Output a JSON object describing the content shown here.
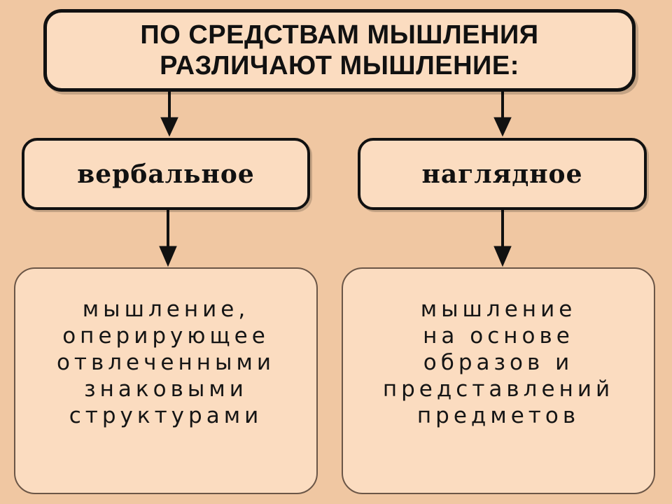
{
  "header": {
    "line1": "ПО СРЕДСТВАМ МЫШЛЕНИЯ",
    "line2": "РАЗЛИЧАЮТ МЫШЛЕНИЕ:"
  },
  "branches": [
    {
      "label": "вербальное",
      "description": [
        "мышление,",
        "оперирующее",
        "отвлеченными",
        "знаковыми",
        "структурами"
      ]
    },
    {
      "label": "наглядное",
      "description": [
        "мышление",
        "на основе",
        "образов и",
        "представлений",
        "предметов"
      ]
    }
  ],
  "colors": {
    "background": "#f0c7a2",
    "box_fill": "#fbdcc0",
    "stroke": "#111111"
  }
}
